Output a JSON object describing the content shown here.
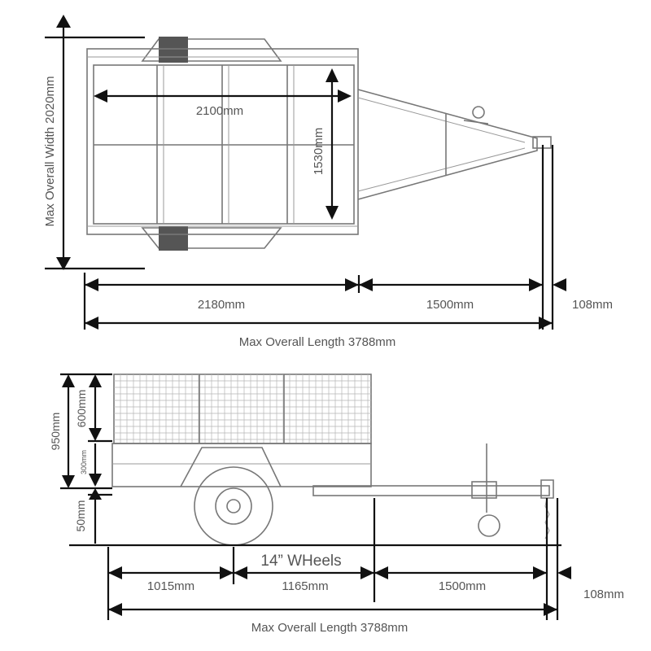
{
  "top_view": {
    "width_label": "Max Overall Width 2020mm",
    "deck_length_label": "2100mm",
    "deck_width_label": "1530mm",
    "body_length_label": "2180mm",
    "drawbar_label": "1500mm",
    "coupling_label": "108mm",
    "overall_length_label": "Max Overall Length 3788mm"
  },
  "side_view": {
    "total_height_label": "950mm",
    "cage_height_label": "600mm",
    "body_height_label": "300mm",
    "ground_clearance_label": "50mm",
    "wheels_label": "14” WHeels",
    "front_overhang_label": "1015mm",
    "axle_to_front_label": "1165mm",
    "drawbar_label": "1500mm",
    "coupling_label": "108mm",
    "overall_length_label": "Max Overall Length 3788mm"
  },
  "colors": {
    "dimension_line": "#111111",
    "frame_line": "#777777",
    "label_text": "#555555"
  }
}
